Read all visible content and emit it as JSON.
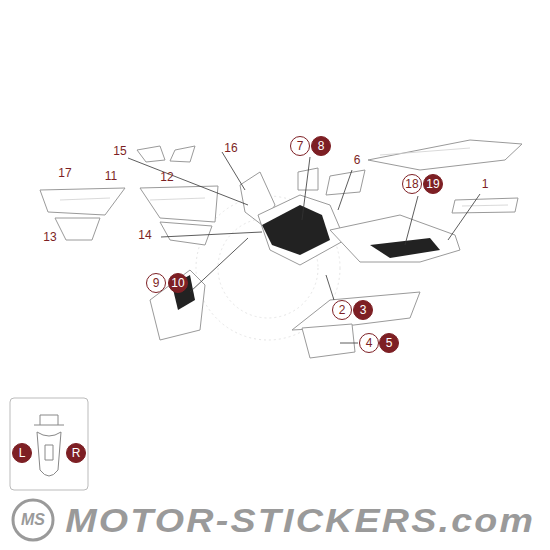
{
  "diagram": {
    "nodes": [
      {
        "text": [
          "7"
        ]
      },
      {
        "text": [
          "8"
        ]
      },
      {
        "text": [
          "18"
        ]
      },
      {
        "text": [
          "19"
        ]
      },
      {
        "text": [
          "9"
        ]
      },
      {
        "text": [
          "10"
        ]
      },
      {
        "text": [
          "2"
        ]
      },
      {
        "text": [
          "3"
        ]
      },
      {
        "text": [
          "4"
        ]
      },
      {
        "text": [
          "5"
        ]
      },
      {
        "text": [
          "L"
        ]
      },
      {
        "text": [
          "R"
        ]
      }
    ],
    "labels": [
      "15",
      "16",
      "17",
      "11",
      "12",
      "6",
      "1",
      "13",
      "14",
      "MS",
      "MOTOR-STICKERS.com"
    ]
  }
}
